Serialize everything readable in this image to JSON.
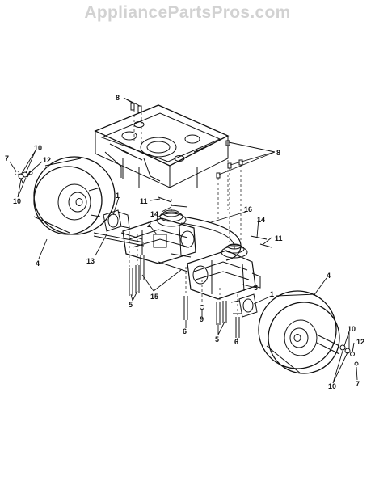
{
  "watermark": "AppliancePartsPros.com",
  "callouts": [
    "8",
    "8",
    "7",
    "10",
    "12",
    "10",
    "1",
    "11",
    "14",
    "16",
    "14",
    "11",
    "2",
    "4",
    "13",
    "15",
    "3",
    "1",
    "5",
    "9",
    "6",
    "5",
    "6",
    "4",
    "10",
    "12",
    "10",
    "7"
  ],
  "colors": {
    "line": "#111111",
    "watermark": "#d2d2d2",
    "background": "#ffffff"
  }
}
